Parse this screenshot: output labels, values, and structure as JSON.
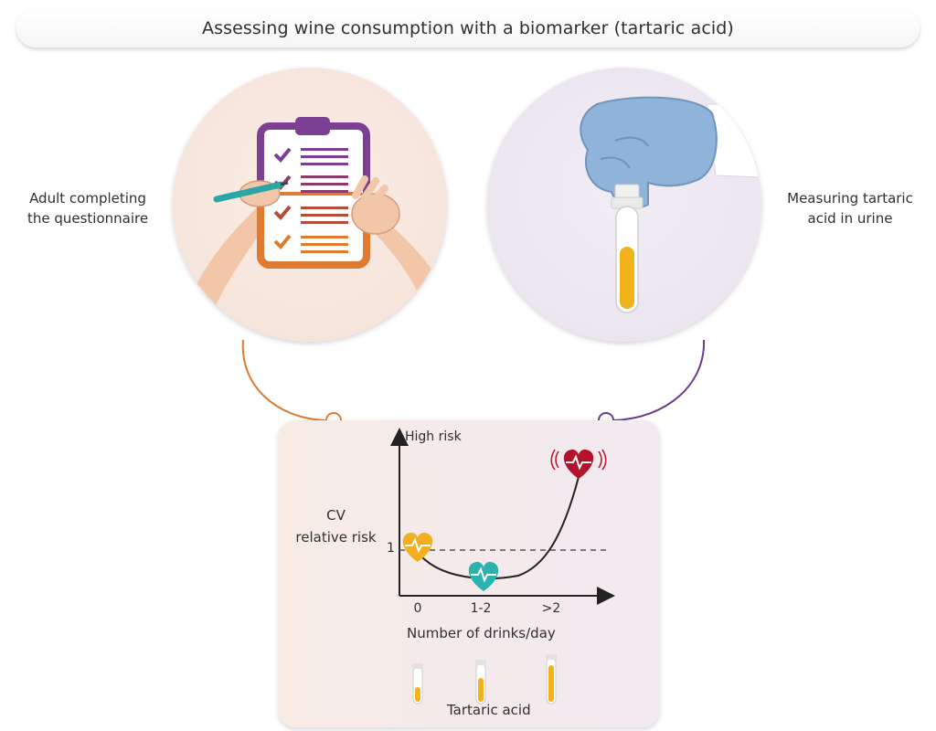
{
  "title": "Assessing wine consumption with a biomarker (tartaric acid)",
  "left_panel": {
    "label_line1": "Adult completing",
    "label_line2": "the questionnaire",
    "icon": "clipboard-questionnaire-icon"
  },
  "right_panel": {
    "label_line1": "Measuring tartaric",
    "label_line2": "acid in urine",
    "icon": "gloved-hand-test-tube-icon"
  },
  "chart": {
    "y_title_line1": "CV",
    "y_title_line2": "relative risk",
    "y_top_label": "High risk",
    "y_ref_label": "1",
    "x_title": "Number of drinks/day",
    "x_ticks": [
      "0",
      "1-2",
      ">2"
    ],
    "biomarker_label": "Tartaric acid"
  },
  "colors": {
    "orange": "#e07a2e",
    "purple": "#6b3a8c",
    "yellow_heart": "#f2b021",
    "teal_heart": "#2bb3b0",
    "red_heart": "#b3132b",
    "glove": "#8fb3d9",
    "urine": "#f2b31a"
  }
}
